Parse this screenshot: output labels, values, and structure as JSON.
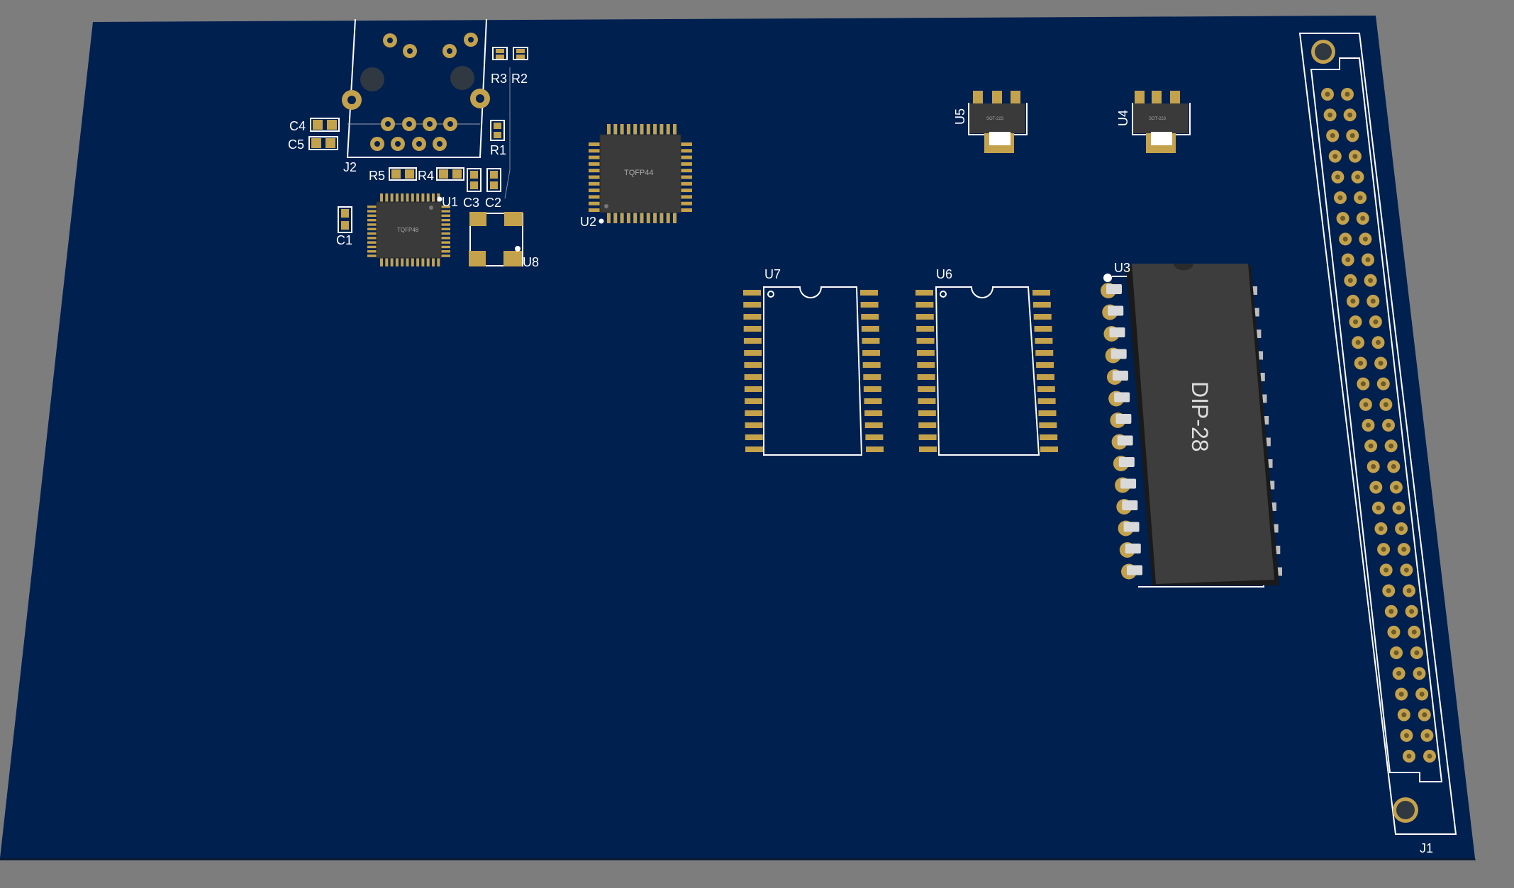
{
  "viewer": {
    "board_color": "#002050",
    "background_color": "#7d7d7d",
    "pad_color": "#c4a14b",
    "silkscreen_color": "#ffffff",
    "chip_color": "#3a3a3a"
  },
  "components": {
    "j1": {
      "ref": "J1",
      "type": "connector-2x40"
    },
    "j2": {
      "ref": "J2",
      "type": "rj45-jack"
    },
    "u1": {
      "ref": "U1",
      "package": "TQFP48"
    },
    "u2": {
      "ref": "U2",
      "package": "TQFP44"
    },
    "u3": {
      "ref": "U3",
      "package": "DIP-28",
      "body_label": "DIP-28"
    },
    "u4": {
      "ref": "U4",
      "package": "SOT-223"
    },
    "u5": {
      "ref": "U5",
      "package": "SOT-223"
    },
    "u6": {
      "ref": "U6",
      "package": "SOIC-28"
    },
    "u7": {
      "ref": "U7",
      "package": "SOIC-28"
    },
    "u8": {
      "ref": "U8",
      "package": "crystal-4pad"
    },
    "r1": {
      "ref": "R1"
    },
    "r2": {
      "ref": "R2"
    },
    "r3": {
      "ref": "R3"
    },
    "r4": {
      "ref": "R4"
    },
    "r5": {
      "ref": "R5"
    },
    "c1": {
      "ref": "C1"
    },
    "c2": {
      "ref": "C2"
    },
    "c3": {
      "ref": "C3"
    },
    "c4": {
      "ref": "C4"
    },
    "c5": {
      "ref": "C5"
    }
  }
}
